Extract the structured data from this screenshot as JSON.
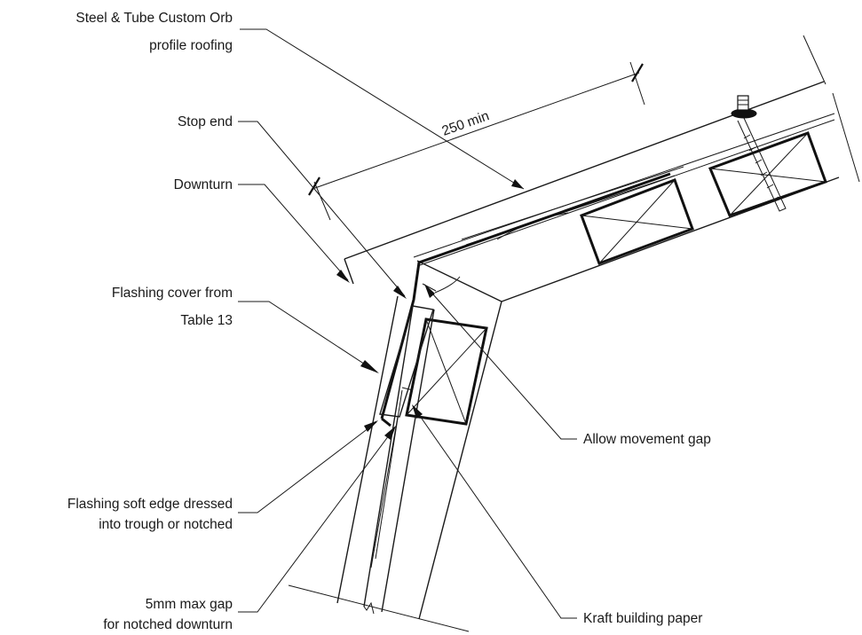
{
  "labels": {
    "roofing_line1": "Steel & Tube Custom Orb",
    "roofing_line2": "profile roofing",
    "stop_end": "Stop end",
    "downturn": "Downturn",
    "flashing_cover_line1": "Flashing cover from",
    "flashing_cover_line2": "Table 13",
    "soft_edge_line1": "Flashing soft edge dressed",
    "soft_edge_line2": "into trough or notched",
    "max_gap_line1": "5mm max gap",
    "max_gap_line2": "for notched downturn",
    "movement_gap": "Allow movement gap",
    "kraft_paper": "Kraft building paper",
    "dimension": "250 min"
  }
}
